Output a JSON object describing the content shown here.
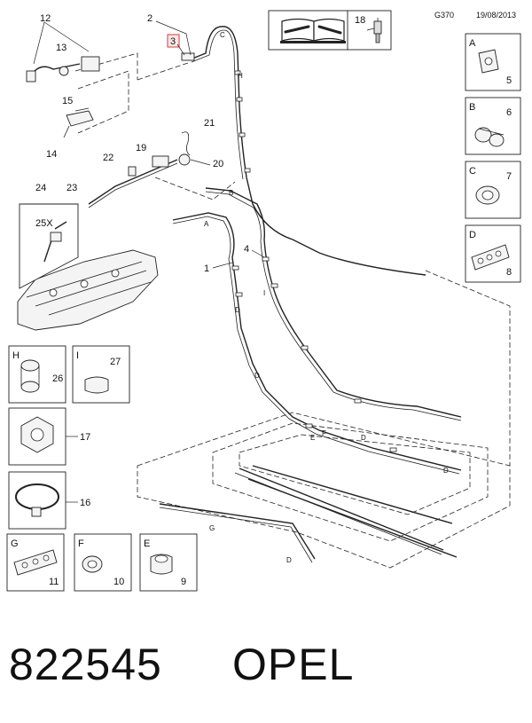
{
  "header": {
    "code": "G370",
    "date": "19/08/2013",
    "manual_ref": "18"
  },
  "callouts": {
    "c1": "1",
    "c2": "2",
    "c3": "3",
    "c4": "4",
    "c12": "12",
    "c13": "13",
    "c14": "14",
    "c15": "15",
    "c19": "19",
    "c20": "20",
    "c21": "21",
    "c22": "22",
    "c23": "23",
    "c24": "24",
    "c25x": "25X"
  },
  "pipe_letters": {
    "c": "C",
    "h": "H",
    "b": "B",
    "a": "A",
    "d1": "D",
    "i": "I",
    "d2": "D",
    "e": "E",
    "f": "F",
    "d3": "D",
    "d4": "D",
    "g": "G",
    "d5": "D"
  },
  "detail_boxes": [
    {
      "letter": "A",
      "number": "5"
    },
    {
      "letter": "B",
      "number": "6"
    },
    {
      "letter": "C",
      "number": "7"
    },
    {
      "letter": "D",
      "number": "8"
    },
    {
      "letter": "H",
      "number": "26"
    },
    {
      "letter": "I",
      "number": "27"
    },
    {
      "letter": "",
      "number": "17"
    },
    {
      "letter": "",
      "number": "16"
    },
    {
      "letter": "G",
      "number": "11"
    },
    {
      "letter": "F",
      "number": "10"
    },
    {
      "letter": "E",
      "number": "9"
    }
  ],
  "footer": {
    "part_number": "822545",
    "brand": "OPEL"
  }
}
